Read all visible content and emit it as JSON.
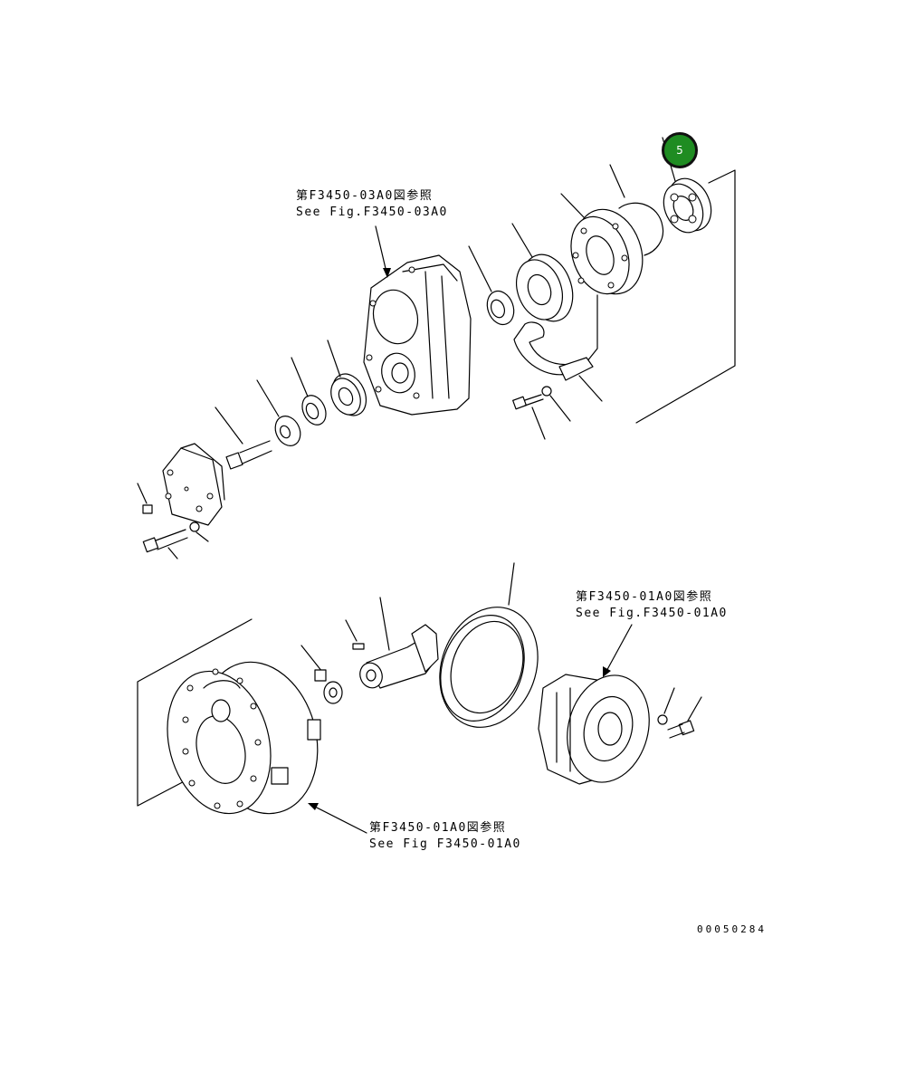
{
  "refs": [
    {
      "jp": "第F3450-03A0図参照",
      "en": "See Fig.F3450-03A0"
    },
    {
      "jp": "第F3450-01A0図参照",
      "en": "See Fig.F3450-01A0"
    },
    {
      "jp": "第F3450-01A0図参照",
      "en": "See Fig F3450-01A0"
    }
  ],
  "callout": {
    "number": "5",
    "color": "#1f8c22"
  },
  "drawing_code": "00050284"
}
